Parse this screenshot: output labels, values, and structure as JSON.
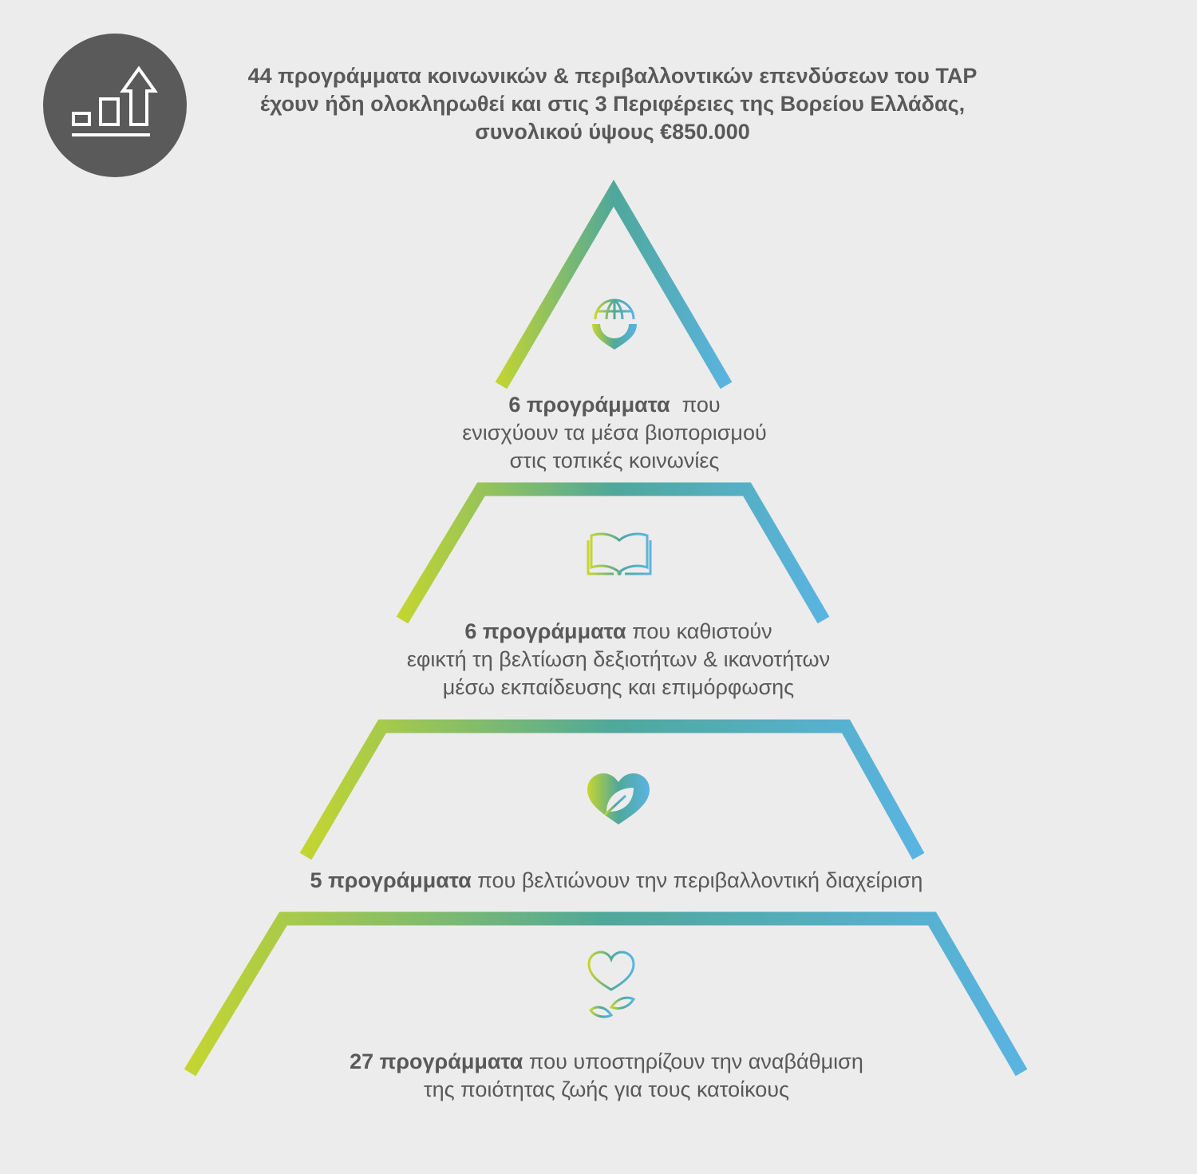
{
  "header": {
    "icon": "bar-chart-growth-icon",
    "headline_lines": [
      "44 προγράμματα κοινωνικών & περιβαλλοντικών επενδύσεων του TAP",
      "έχουν ήδη ολοκληρωθεί και στις 3 Περιφέρειες της Βορείου Ελλάδας,",
      "συνολικού ύψους €850.000"
    ]
  },
  "colors": {
    "background": "#ececec",
    "badge": "#5a5a5a",
    "gradient_left": "#c6d62e",
    "gradient_mid": "#4fa89a",
    "gradient_right": "#5ab4e3",
    "text": "#595959"
  },
  "tiers": [
    {
      "icon": "globe-pin-icon",
      "bold": "6 προγράμματα",
      "rest_first_line": "  που",
      "lines": [
        "ενισχύουν τα μέσα βιοπορισμού",
        "στις τοπικές κοινωνίες"
      ]
    },
    {
      "icon": "open-book-icon",
      "bold": "6 προγράμματα",
      "rest_first_line": " που καθιστούν",
      "lines": [
        "εφικτή τη βελτίωση δεξιοτήτων & ικανοτήτων",
        "μέσω εκπαίδευσης και επιμόρφωσης"
      ]
    },
    {
      "icon": "heart-leaf-icon",
      "bold": "5 προγράμματα",
      "rest_first_line": " που βελτιώνουν την περιβαλλοντική διαχείριση",
      "lines": []
    },
    {
      "icon": "heart-plant-icon",
      "bold": "27 προγράμματα",
      "rest_first_line": " που υποστηρίζουν την αναβάθμιση",
      "lines": [
        "της ποιότητας ζωής για τους κατοίκους"
      ]
    }
  ]
}
